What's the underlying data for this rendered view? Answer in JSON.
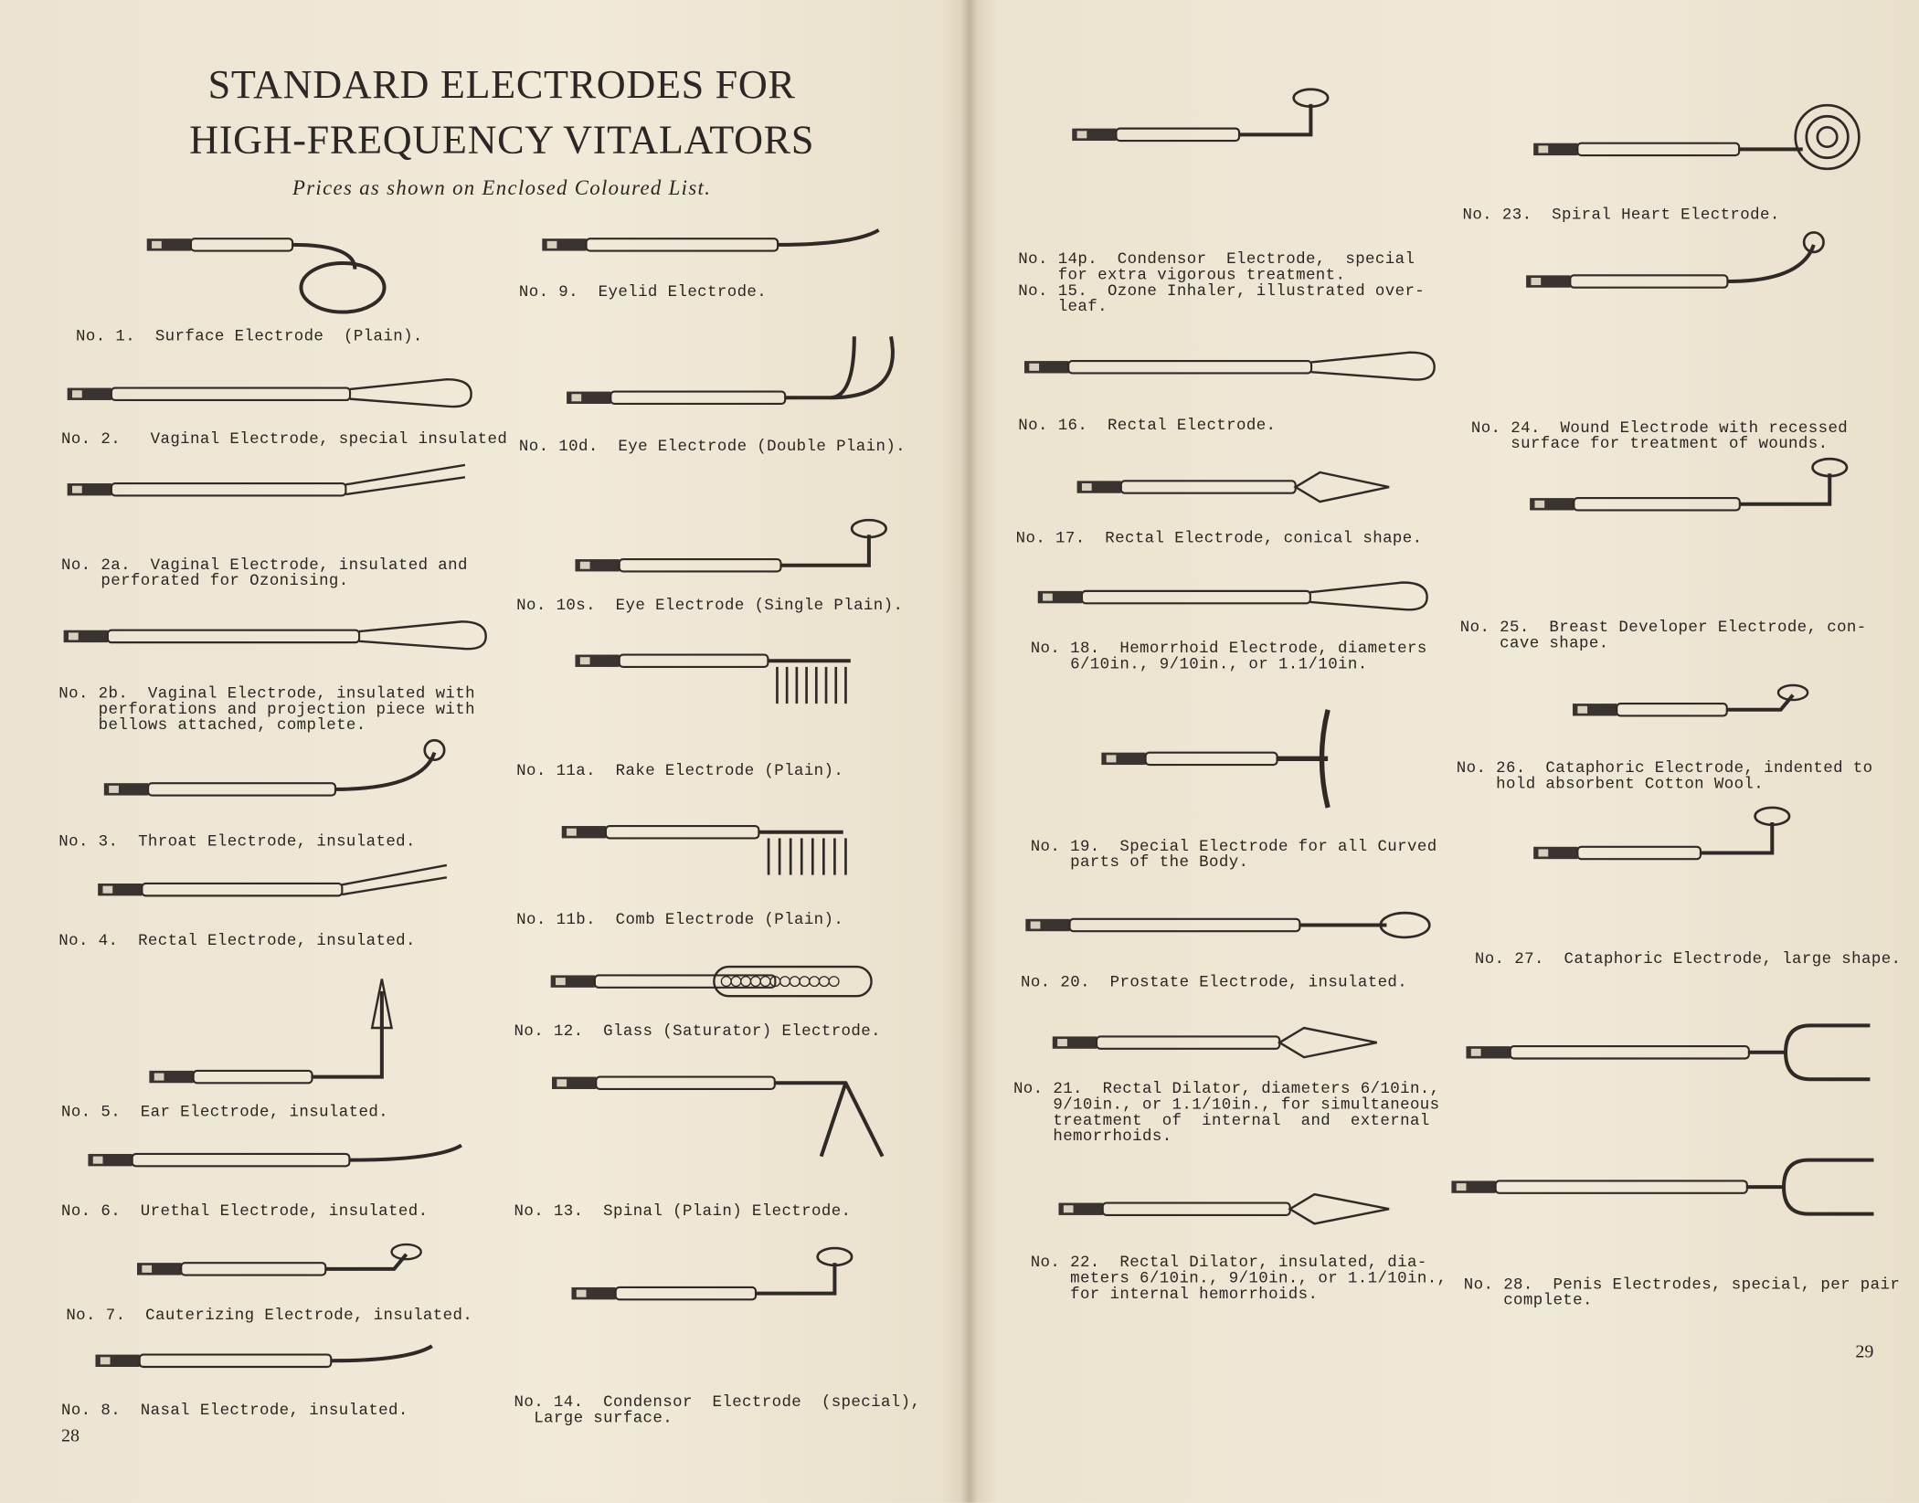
{
  "left_page": {
    "title_line1": "STANDARD ELECTRODES FOR",
    "title_line2": "HIGH-FREQUENCY VITALATORS",
    "subtitle": "Prices as shown on Enclosed Coloured List.",
    "page_number": "28"
  },
  "right_page": {
    "page_number": "29"
  },
  "items": [
    {
      "no": "1",
      "caption": "No. 1.  Surface Electrode  (Plain)."
    },
    {
      "no": "2",
      "caption": "No. 2.   Vaginal Electrode, special insulated"
    },
    {
      "no": "2a",
      "caption": "No. 2a.  Vaginal Electrode, insulated and\n    perforated for Ozonising."
    },
    {
      "no": "2b",
      "caption": "No. 2b.  Vaginal Electrode, insulated with\n    perforations and projection piece with\n    bellows attached, complete."
    },
    {
      "no": "3",
      "caption": "No. 3.  Throat Electrode, insulated."
    },
    {
      "no": "4",
      "caption": "No. 4.  Rectal Electrode, insulated."
    },
    {
      "no": "5",
      "caption": "No. 5.  Ear Electrode, insulated."
    },
    {
      "no": "6",
      "caption": "No. 6.  Urethal Electrode, insulated."
    },
    {
      "no": "7",
      "caption": "No. 7.  Cauterizing Electrode, insulated."
    },
    {
      "no": "8",
      "caption": "No. 8.  Nasal Electrode, insulated."
    },
    {
      "no": "9",
      "caption": "No. 9.  Eyelid Electrode."
    },
    {
      "no": "10d",
      "caption": "No. 10d.  Eye Electrode (Double Plain)."
    },
    {
      "no": "10s",
      "caption": "No. 10s.  Eye Electrode (Single Plain)."
    },
    {
      "no": "11a",
      "caption": "No. 11a.  Rake Electrode (Plain)."
    },
    {
      "no": "11b",
      "caption": "No. 11b.  Comb Electrode (Plain)."
    },
    {
      "no": "12",
      "caption": "No. 12.  Glass (Saturator) Electrode."
    },
    {
      "no": "13",
      "caption": "No. 13.  Spinal (Plain) Electrode."
    },
    {
      "no": "14",
      "caption": "No. 14.  Condensor  Electrode  (special),\n  Large surface."
    },
    {
      "no": "14p",
      "caption": "No. 14p.  Condensor  Electrode,  special\n    for extra vigorous treatment.\nNo. 15.  Ozone Inhaler, illustrated over-\n    leaf."
    },
    {
      "no": "16",
      "caption": "No. 16.  Rectal Electrode."
    },
    {
      "no": "17",
      "caption": "No. 17.  Rectal Electrode, conical shape."
    },
    {
      "no": "18",
      "caption": "No. 18.  Hemorrhoid Electrode, diameters\n    6/10in., 9/10in., or 1.1/10in."
    },
    {
      "no": "19",
      "caption": "No. 19.  Special Electrode for all Curved\n    parts of the Body."
    },
    {
      "no": "20",
      "caption": "No. 20.  Prostate Electrode, insulated."
    },
    {
      "no": "21",
      "caption": "No. 21.  Rectal Dilator, diameters 6/10in.,\n    9/10in., or 1.1/10in., for simultaneous\n    treatment  of  internal  and  external\n    hemorrhoids."
    },
    {
      "no": "22",
      "caption": "No. 22.  Rectal Dilator, insulated, dia-\n    meters 6/10in., 9/10in., or 1.1/10in.,\n    for internal hemorrhoids."
    },
    {
      "no": "23",
      "caption": "No. 23.  Spiral Heart Electrode."
    },
    {
      "no": "24",
      "caption": "No. 24.  Wound Electrode with recessed\n    surface for treatment of wounds."
    },
    {
      "no": "25",
      "caption": "No. 25.  Breast Developer Electrode, con-\n    cave shape."
    },
    {
      "no": "26",
      "caption": "No. 26.  Cataphoric Electrode, indented to\n    hold absorbent Cotton Wool."
    },
    {
      "no": "27",
      "caption": "No. 27.  Cataphoric Electrode, large shape."
    },
    {
      "no": "28",
      "caption": "No. 28.  Penis Electrodes, special, per pair\n    complete."
    }
  ]
}
